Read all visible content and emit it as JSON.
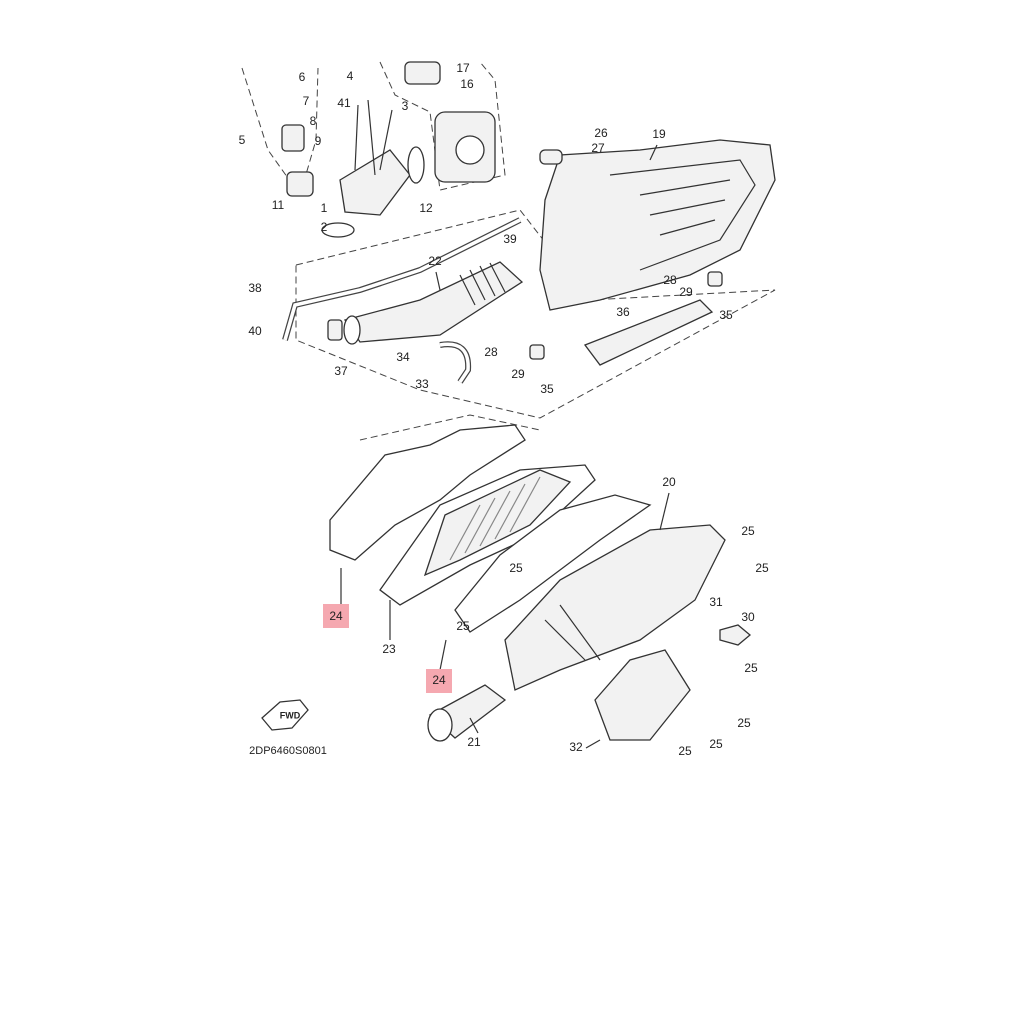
{
  "diagram": {
    "code": "2DP6460S0801",
    "fwd_label": "FWD",
    "highlight_color": "#f5a8b0",
    "labels": [
      "6",
      "7",
      "8",
      "9",
      "5",
      "11",
      "4",
      "41",
      "3",
      "1",
      "2",
      "12",
      "17",
      "16",
      "26",
      "27",
      "19",
      "39",
      "22",
      "38",
      "40",
      "37",
      "34",
      "33",
      "28",
      "29",
      "35",
      "36",
      "28",
      "29",
      "35",
      "20",
      "25",
      "25",
      "25",
      "25",
      "31",
      "30",
      "25",
      "25",
      "25",
      "25",
      "32",
      "21",
      "23",
      "24",
      "24"
    ],
    "highlighted_labels": [
      "24",
      "24"
    ]
  }
}
